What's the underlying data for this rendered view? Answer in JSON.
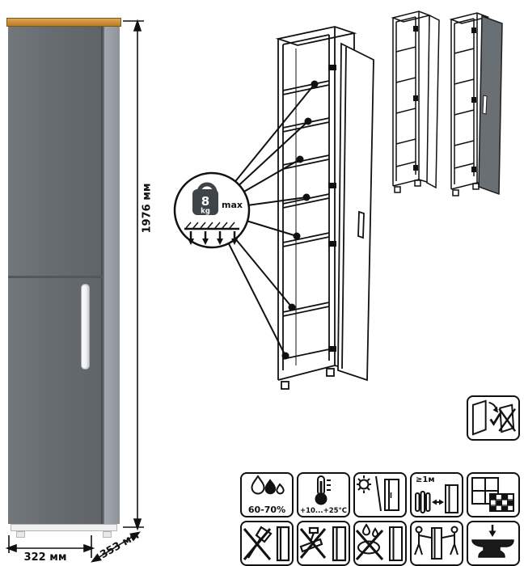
{
  "dimensions": {
    "height": "1976 мм",
    "width": "322 мм",
    "depth": "353 мм"
  },
  "load_limit": {
    "value": "8",
    "unit": "kg",
    "suffix": "max"
  },
  "care": {
    "humidity": "60-70%",
    "temperature": "+10...+25°C",
    "min_distance": "≥1м"
  },
  "colors": {
    "wood_top": "#c9862f",
    "cabinet_gray": "#676c71",
    "side_gray": "#9aa0a5",
    "line_black": "#111111"
  }
}
